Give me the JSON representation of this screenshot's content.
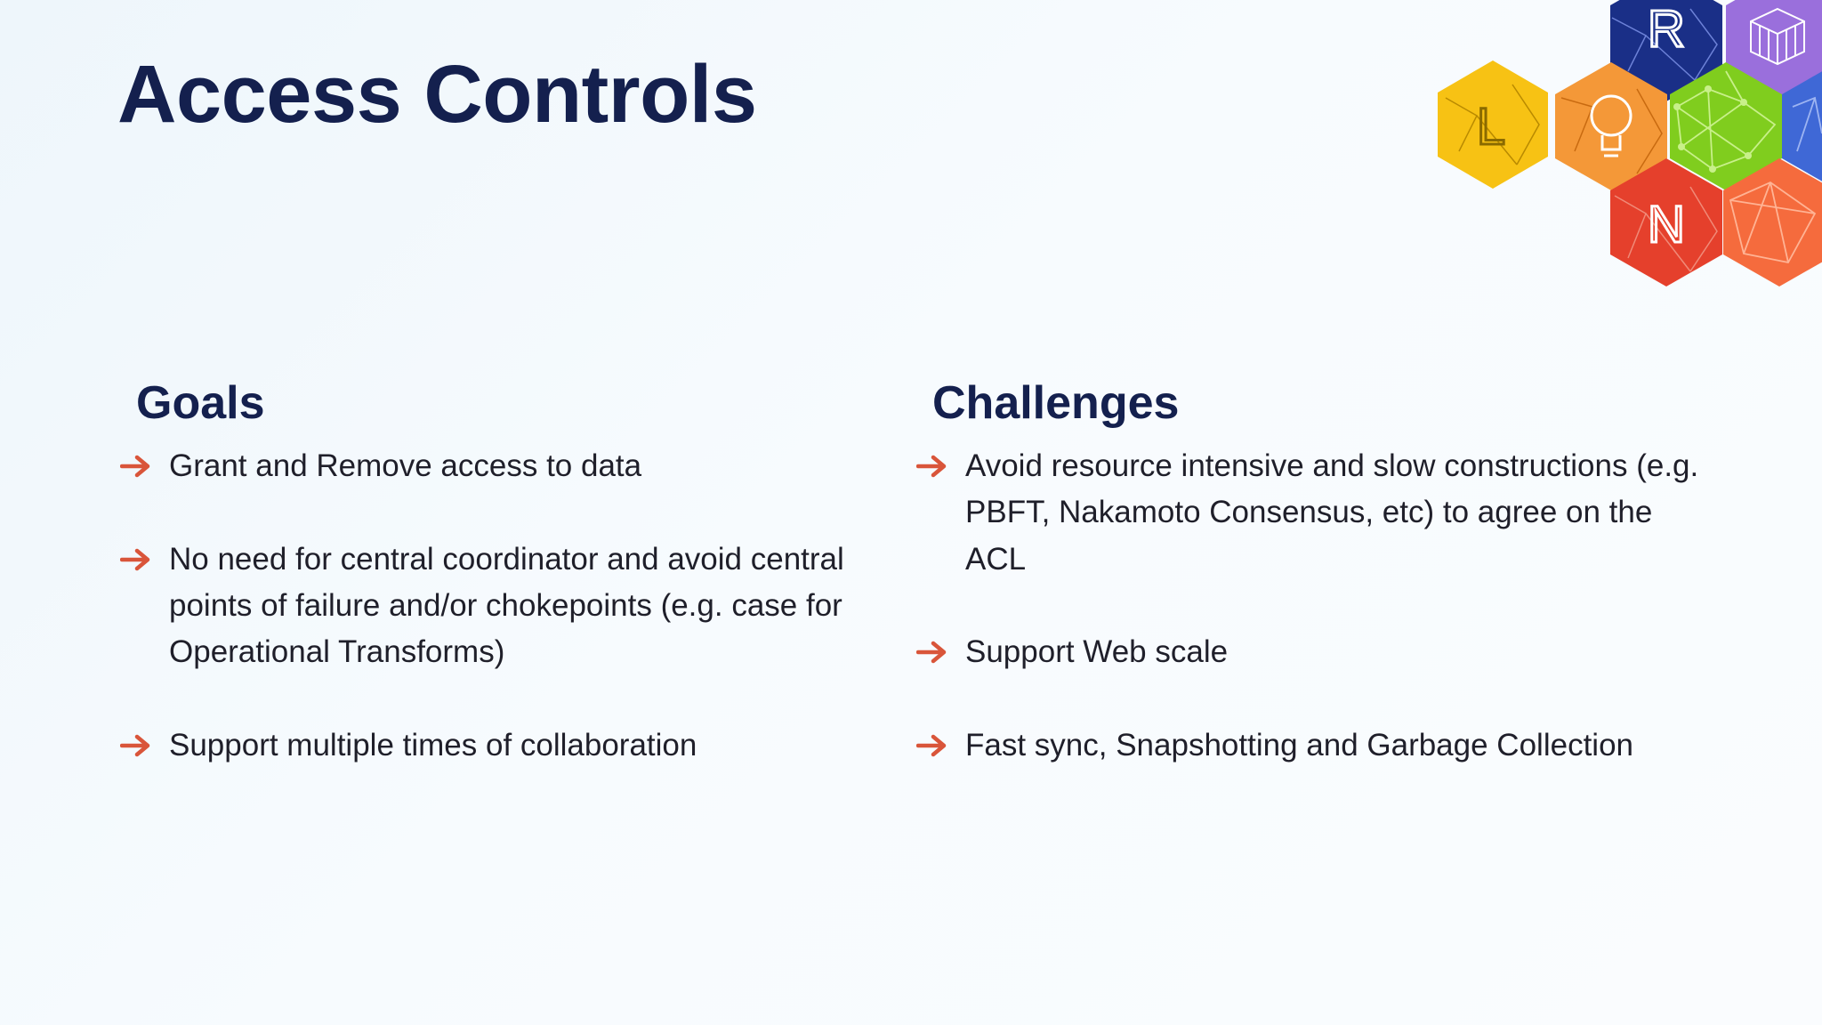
{
  "slide": {
    "title": "Access Controls"
  },
  "logo": {
    "hexagons": [
      {
        "name": "hex-letter-r",
        "letter": "R",
        "color": "#1a2f87"
      },
      {
        "name": "hex-cube",
        "letter": "",
        "color": "#9a6fdc"
      },
      {
        "name": "hex-letter-l",
        "letter": "L",
        "color": "#f7c214"
      },
      {
        "name": "hex-lightbulb",
        "letter": "",
        "color": "#f49838"
      },
      {
        "name": "hex-network-green",
        "letter": "",
        "color": "#80cd1e"
      },
      {
        "name": "hex-network-blue",
        "letter": "",
        "color": "#3f68d6"
      },
      {
        "name": "hex-letter-n",
        "letter": "N",
        "color": "#e5402c"
      },
      {
        "name": "hex-network-orange",
        "letter": "",
        "color": "#f56b3d"
      }
    ]
  },
  "goals": {
    "heading": "Goals",
    "items": [
      "Grant and Remove access to data",
      "No need for central coordinator and avoid central points of failure and/or chokepoints (e.g. case for Operational Transforms)",
      "Support multiple times of collaboration"
    ]
  },
  "challenges": {
    "heading": "Challenges",
    "items": [
      "Avoid resource intensive and slow constructions (e.g. PBFT, Nakamoto Consensus, etc) to agree on the ACL",
      "Support Web scale",
      "Fast sync, Snapshotting and Garbage Collection"
    ]
  },
  "colors": {
    "title": "#14204e",
    "arrow": "#d9553a",
    "text": "#1f1f2a"
  }
}
